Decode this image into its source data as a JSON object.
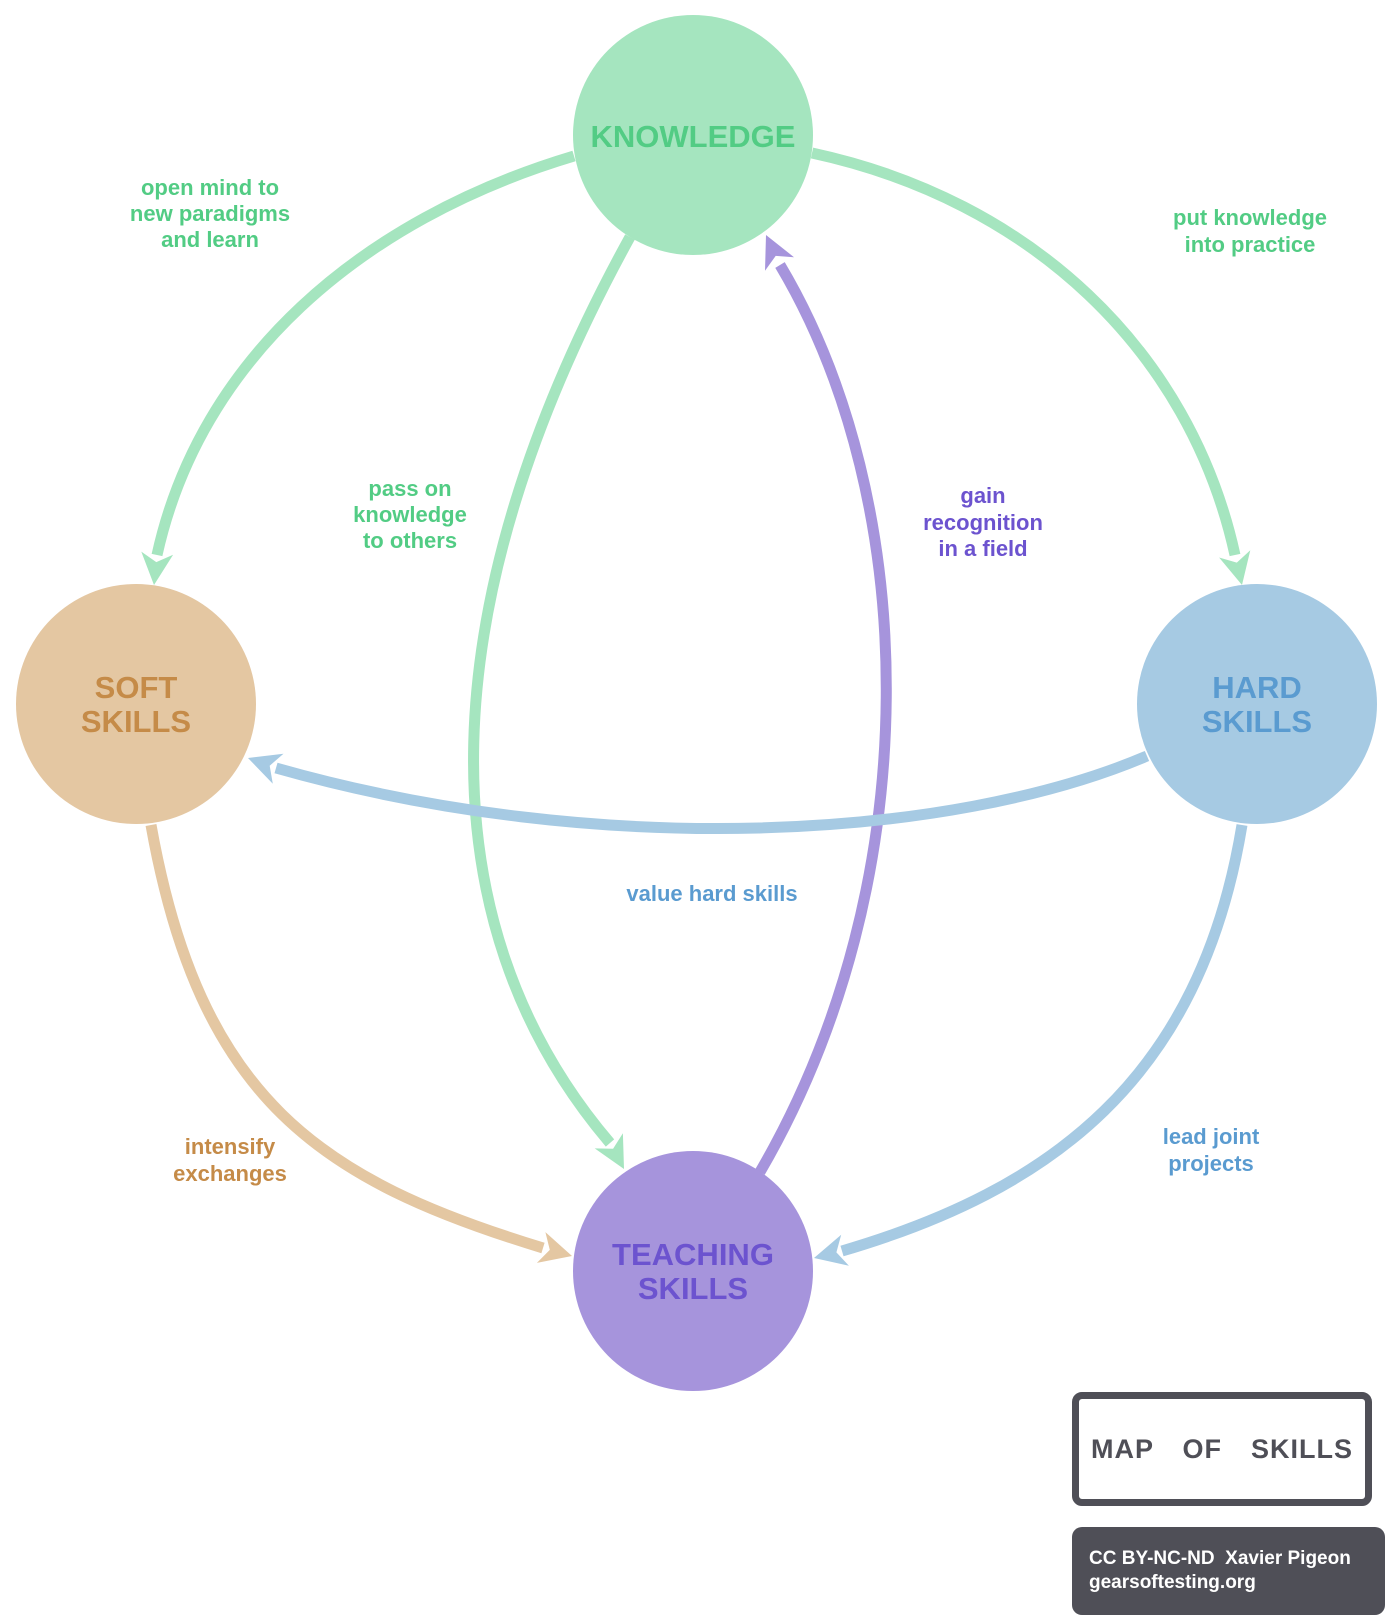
{
  "nodes": {
    "knowledge": {
      "lines": [
        "KNOWLEDGE"
      ],
      "fill": "#a5e5bf",
      "text_color": "#52cc84"
    },
    "soft_skills": {
      "lines": [
        "SOFT",
        "SKILLS"
      ],
      "fill": "#e4c7a2",
      "text_color": "#c58b48"
    },
    "hard_skills": {
      "lines": [
        "HARD",
        "SKILLS"
      ],
      "fill": "#a6cae3",
      "text_color": "#5a9bd0"
    },
    "teaching_skills": {
      "lines": [
        "TEACHING",
        "SKILLS"
      ],
      "fill": "#a694dc",
      "text_color": "#6c53cf"
    }
  },
  "edges": [
    {
      "from": "KNOWLEDGE",
      "to": "SOFT SKILLS",
      "label": [
        "open mind to",
        "new paradigms",
        "and learn"
      ],
      "color": "#a5e5bf",
      "label_color": "#52cc84"
    },
    {
      "from": "KNOWLEDGE",
      "to": "HARD SKILLS",
      "label": [
        "put knowledge",
        "into practice"
      ],
      "color": "#a5e5bf",
      "label_color": "#52cc84"
    },
    {
      "from": "KNOWLEDGE",
      "to": "TEACHING SKILLS",
      "label": [
        "pass on",
        "knowledge",
        "to others"
      ],
      "color": "#a5e5bf",
      "label_color": "#52cc84"
    },
    {
      "from": "TEACHING SKILLS",
      "to": "KNOWLEDGE",
      "label": [
        "gain",
        "recognition",
        "in a field"
      ],
      "color": "#a694dc",
      "label_color": "#6c53cf"
    },
    {
      "from": "HARD SKILLS",
      "to": "SOFT SKILLS",
      "label": [
        "value hard skills"
      ],
      "color": "#a6cae3",
      "label_color": "#5a9bd0"
    },
    {
      "from": "SOFT SKILLS",
      "to": "TEACHING SKILLS",
      "label": [
        "intensify",
        "exchanges"
      ],
      "color": "#e4c7a2",
      "label_color": "#c58b48"
    },
    {
      "from": "HARD SKILLS",
      "to": "TEACHING SKILLS",
      "label": [
        "lead joint",
        "projects"
      ],
      "color": "#a6cae3",
      "label_color": "#5a9bd0"
    }
  ],
  "title": "MAP  OF  SKILLS",
  "credit": {
    "line1": "CC BY-NC-ND  Xavier Pigeon",
    "line2": "gearsoftesting.org"
  }
}
